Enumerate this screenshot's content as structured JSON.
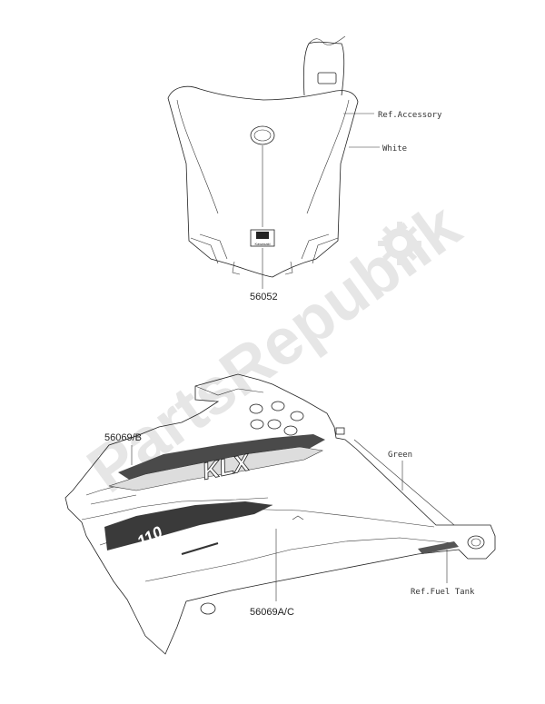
{
  "labels": {
    "part_front_plate": "56052",
    "part_shroud_upper": "56069/B",
    "part_shroud_lower": "56069A/C",
    "ref_accessory": "Ref.Accessory",
    "color_white": "White",
    "color_green": "Green",
    "ref_fuel_tank": "Ref.Fuel Tank"
  },
  "decals": {
    "model_text": "KLX",
    "displacement_text": "110",
    "brand_text": "Kawasaki"
  },
  "watermark": {
    "text": "PartsRepublik",
    "icon": "gear-icon"
  }
}
